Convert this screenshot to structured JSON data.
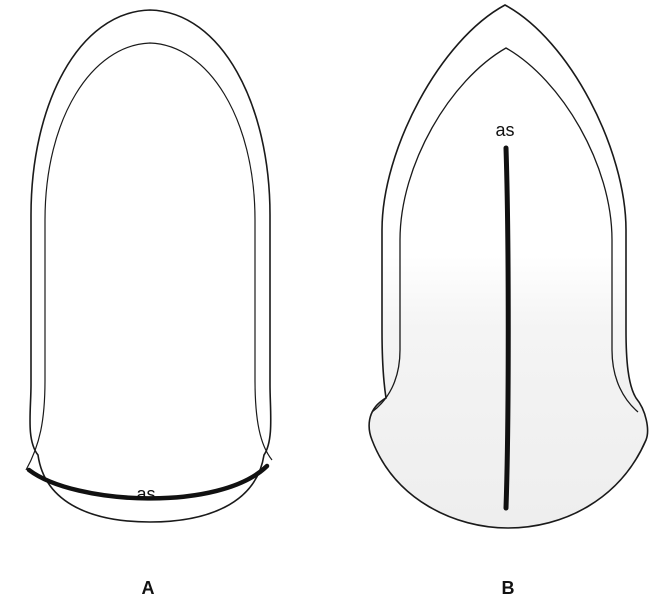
{
  "figure_a": {
    "label": "A",
    "annotation": "as"
  },
  "figure_b": {
    "label": "B",
    "annotation": "as"
  },
  "colors": {
    "stroke": "#1a1a1a",
    "fill": "#ffffff",
    "shade": "#f2f2f2"
  }
}
